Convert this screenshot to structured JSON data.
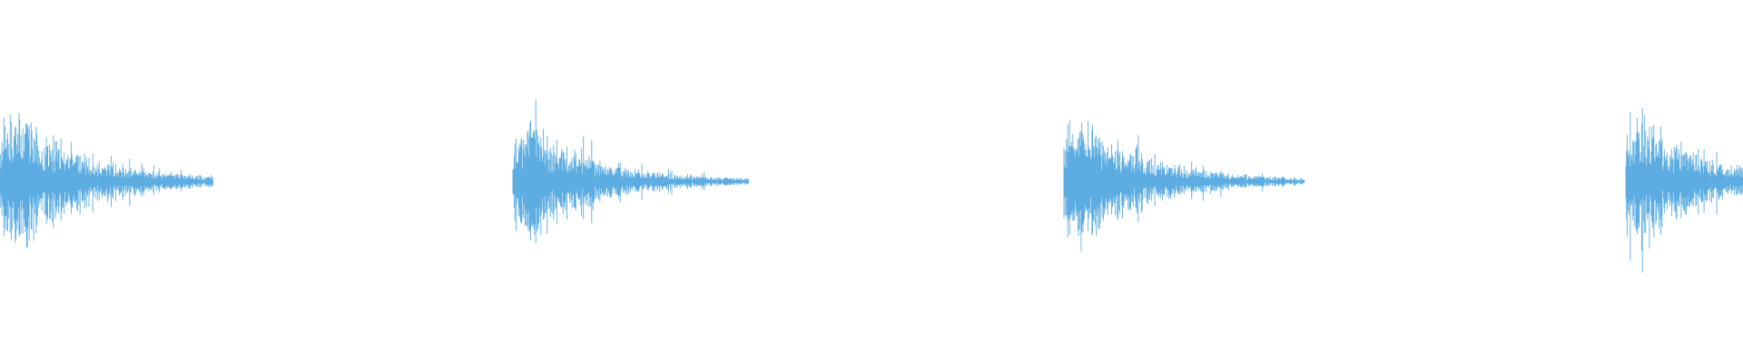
{
  "waveform": {
    "color": "#5DADE2",
    "background": "#FFFFFF",
    "hits": [
      {
        "peak": 0.92,
        "decay": 0.82
      },
      {
        "peak": 0.72,
        "decay": 0.82
      },
      {
        "peak": 0.8,
        "decay": 0.82
      },
      {
        "peak": 0.76,
        "decay": 0.82
      }
    ]
  }
}
